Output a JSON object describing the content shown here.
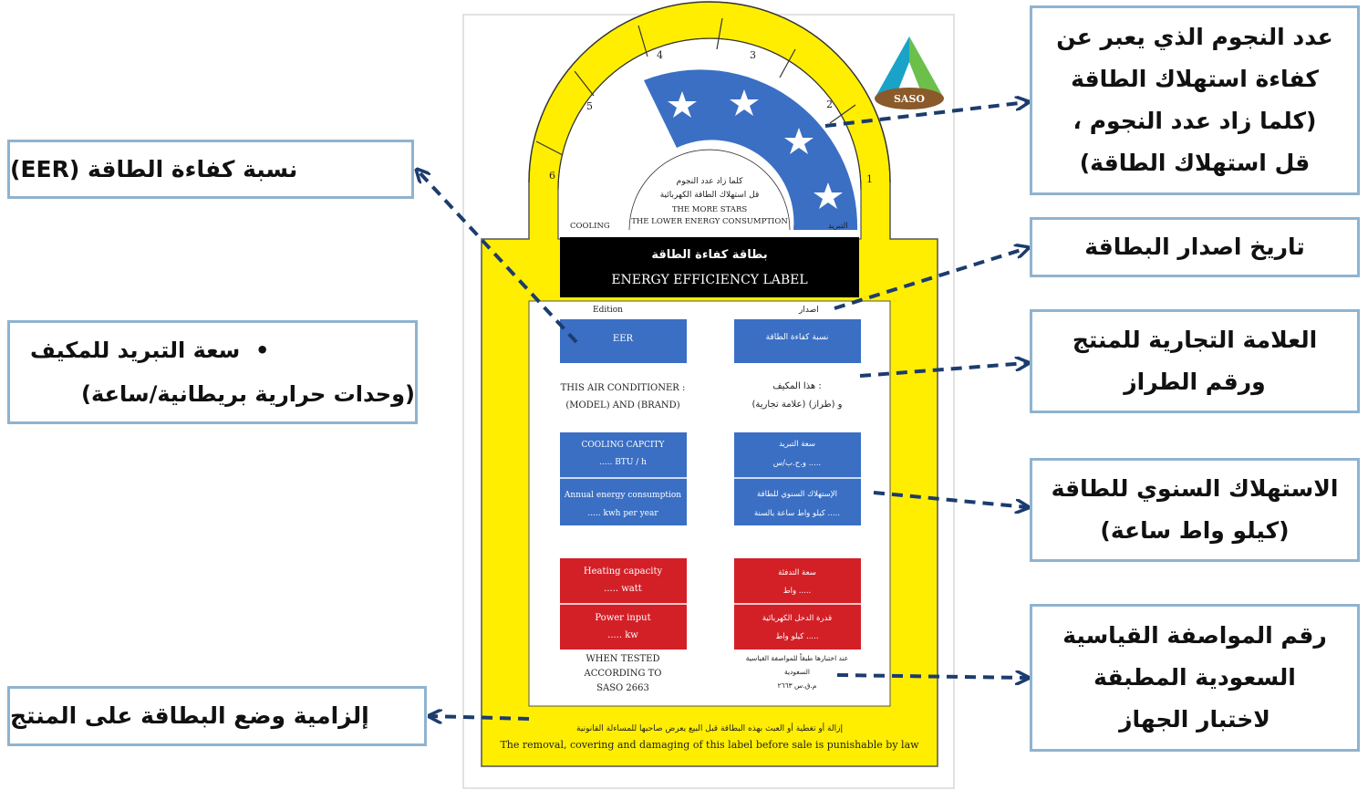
{
  "label": {
    "logo_text": "SASO",
    "scale_numbers": [
      "6",
      "5",
      "4",
      "3",
      "2",
      "1"
    ],
    "cooling_en": "COOLING",
    "cooling_ar": "التبريد",
    "stars_ar_1": "كلما زاد عدد النجوم",
    "stars_ar_2": "قل استهلاك الطاقة الكهربائية",
    "stars_en_1": "THE MORE STARS",
    "stars_en_2": "THE LOWER ENERGY CONSUMPTION",
    "title_ar": "بطاقة كفاءة الطاقة",
    "title_en": "ENERGY EFFICIENCY LABEL",
    "edition_en": "Edition",
    "edition_ar": "اصدار",
    "eer_en": "EER",
    "eer_ar": "نسبة كفاءة الطاقة",
    "model_en_1": "THIS AIR CONDITIONER :",
    "model_en_2": "(MODEL) AND (BRAND)",
    "model_ar_1": "هذا المكيف :",
    "model_ar_2": "(علامة تجارية) و (طراز)",
    "cool_cap_en_1": "COOLING CAPCITY",
    "cool_cap_en_2": "..... BTU / h",
    "cool_cap_ar_1": "سعة التبريد",
    "cool_cap_ar_2": "و.ح.ب/س .....",
    "annual_en_1": "Annual energy consumption",
    "annual_en_2": "..... kwh per year",
    "annual_ar_1": "الإستهلاك السنوي للطاقة",
    "annual_ar_2": "كيلو واط ساعة بالسنة .....",
    "heat_en_1": "Heating capacity",
    "heat_en_2": "..... watt",
    "heat_ar_1": "سعة التدفئة",
    "heat_ar_2": "واط .....",
    "power_en_1": "Power input",
    "power_en_2": "..... kw",
    "power_ar_1": "قدرة الدخل الكهربائية",
    "power_ar_2": "كيلو واط .....",
    "tested_en_1": "WHEN TESTED",
    "tested_en_2": "ACCORDING TO",
    "tested_en_3": "SASO 2663",
    "tested_ar_1": "عند اختبارها طبقاً للمواصفة القياسية",
    "tested_ar_2": "السعودية",
    "tested_ar_3": "م.ق.س ٢٦٦٣",
    "footer_ar": "إزالة أو تغطية أو العبث بهذه البطاقة قبل البيع يعرض صاحبها للمساءلة القانونية",
    "footer_en": "The removal, covering and damaging of this label before sale is punishable by law"
  },
  "callouts": {
    "stars": [
      "عدد النجوم الذي يعبر عن",
      "كفاءة استهلاك الطاقة",
      "(كلما زاد عدد النجوم ،",
      "قل استهلاك الطاقة)"
    ],
    "eer": [
      "نسبة كفاءة الطاقة (EER)"
    ],
    "issue_date": [
      "تاريخ اصدار البطاقة"
    ],
    "cooling": [
      "سعة التبريد للمكيف",
      "(وحدات حرارية بريطانية/ساعة)"
    ],
    "brand": [
      "العلامة التجارية للمنتج",
      "ورقم الطراز"
    ],
    "annual": [
      "الاستهلاك السنوي للطاقة",
      "(كيلو واط ساعة)"
    ],
    "standard": [
      "رقم المواصفة القياسية",
      "السعودية المطبقة",
      "لاختبار الجهاز"
    ],
    "mandatory": [
      "إلزامية وضع البطاقة على المنتج"
    ]
  },
  "colors": {
    "yellow": "#ffee00",
    "blue": "#3a6fc4",
    "red": "#d32027",
    "black": "#000000",
    "callout_border": "#8fb3cf",
    "arrow": "#1c3c6e"
  }
}
